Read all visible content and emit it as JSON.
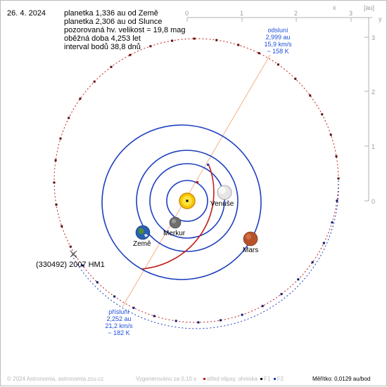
{
  "header": {
    "date": "26. 4. 2024",
    "lines": [
      "planetka 1,336 au od Země",
      "planetka 2,306 au od Slunce",
      "pozorovaná hv. velikost = 19,8 mag",
      "oběžná doba 4,253 let",
      "interval bodů 38,8 dnů"
    ]
  },
  "axes": {
    "x_label": "x",
    "unit": "[au]",
    "x_ticks": [
      "0",
      "1",
      "2",
      "3"
    ],
    "y_label": "y",
    "y_ticks": [
      "3",
      "2",
      "1",
      "0"
    ]
  },
  "aphelion": {
    "title": "odsluní",
    "distance": "2,999 au",
    "speed": "15,9 km/s",
    "temp": "~ 158 K"
  },
  "perihelion": {
    "title": "přísluní",
    "distance": "2,252 au",
    "speed": "21,2 km/s",
    "temp": "~ 182 K"
  },
  "planets": {
    "venus": "Venuše",
    "mercury": "Merkur",
    "earth": "Země",
    "mars": "Mars"
  },
  "asteroid": {
    "name": "(330492) 2007 HM1"
  },
  "footer": {
    "copyright": "© 2024 Astronomia, astronomia.zcu.cz",
    "generated": "Vygenerováno za 0,10 s",
    "center_legend": "střed elipsy, ohniska",
    "f1": "F1",
    "f2": "F2",
    "scale": "Měřítko: 0,0129 au/bod"
  },
  "colors": {
    "orbit_blue": "#1d3fbf",
    "orbit_red": "#c21a1a",
    "apsis_line": "#f0a070",
    "label_blue": "#1f4fd8",
    "axis_gray": "#b0b0b0",
    "sun": "#f5c800"
  }
}
